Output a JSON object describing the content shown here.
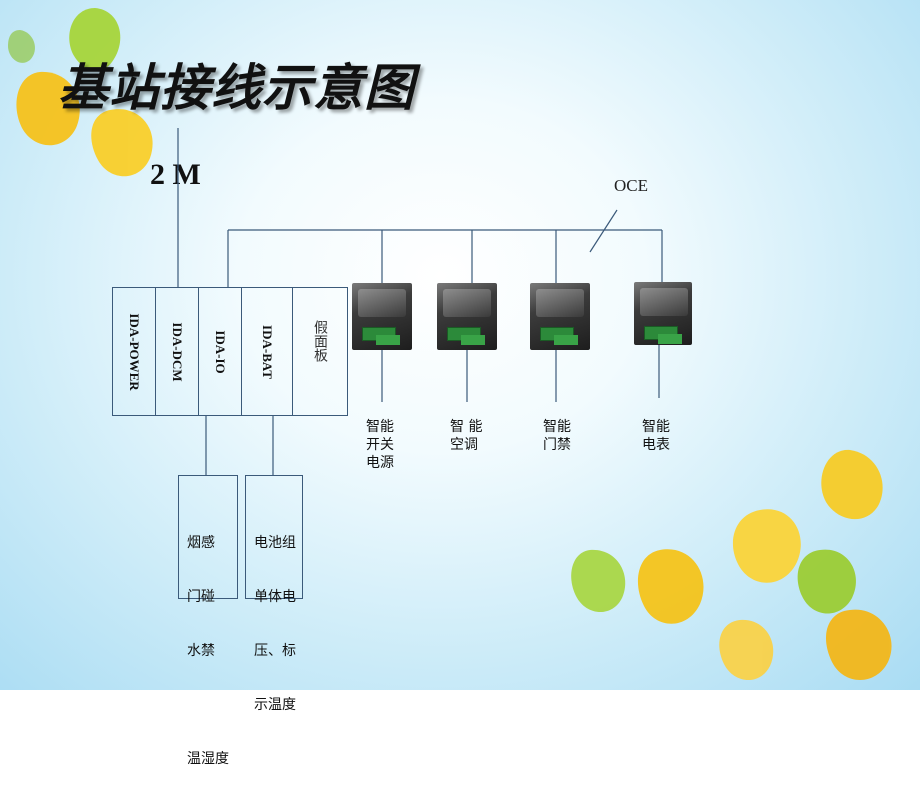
{
  "title": "基站接线示意图",
  "label_2m": "2 M",
  "label_oce": "OCE",
  "modules": [
    {
      "label": "IDA-POWER"
    },
    {
      "label": "IDA-DCM"
    },
    {
      "label": "IDA-IO"
    },
    {
      "label": "IDA-BAT"
    },
    {
      "label": "假面板"
    }
  ],
  "devices": [
    {
      "label_lines": [
        "智能",
        "开关",
        "电源"
      ]
    },
    {
      "label_lines": [
        "智 能",
        "空调"
      ]
    },
    {
      "label_lines": [
        "智能",
        "门禁"
      ]
    },
    {
      "label_lines": [
        "智能",
        "电表"
      ]
    }
  ],
  "io_box": {
    "lines": [
      "烟感",
      "门碰",
      "水禁",
      "",
      "温湿度"
    ]
  },
  "bat_box": {
    "lines": [
      "电池组",
      "单体电",
      "压、标",
      "示温度"
    ]
  },
  "colors": {
    "line": "#3b5a7a",
    "bg_light": "#f2fbfe",
    "bg_dark": "#a9dcf3",
    "leaf_yellow": "#f5c51a",
    "leaf_green": "#9ccd35"
  }
}
